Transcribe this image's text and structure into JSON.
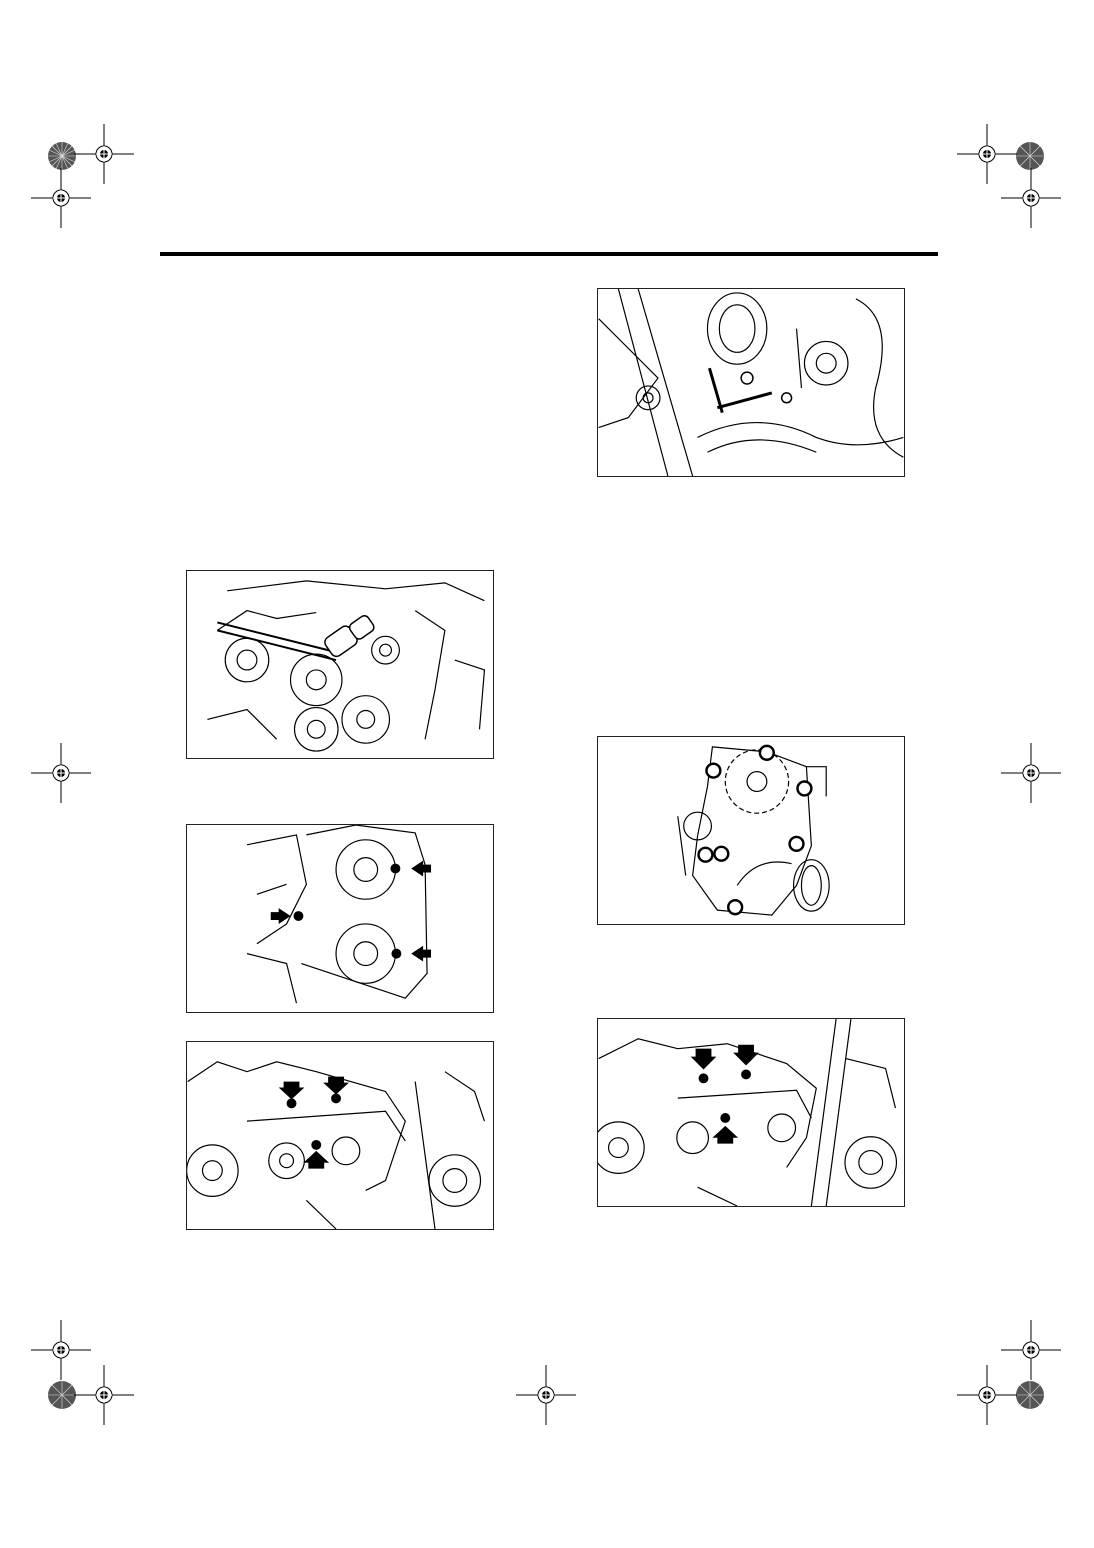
{
  "page": {
    "figures": [
      {
        "id": "fig-pulley-wrench",
        "icon": "wrench-on-idler-pulley-illustration"
      },
      {
        "id": "fig-tensioner",
        "icon": "tensioner-idler-illustration"
      },
      {
        "id": "fig-belt-cover",
        "icon": "belt-cover-bolts-illustration"
      },
      {
        "id": "fig-water-pump-left",
        "icon": "water-pump-bolts-illustration"
      },
      {
        "id": "fig-water-pump",
        "icon": "water-pump-bolt-pattern-illustration"
      },
      {
        "id": "fig-water-pump-right",
        "icon": "water-pump-bolts-illustration"
      }
    ],
    "marks": {
      "registration": "crosshair-registration-icon",
      "color_bar": "color-registration-disc-icon"
    },
    "colors": {
      "ink": "#000000",
      "paper": "#ffffff"
    }
  }
}
